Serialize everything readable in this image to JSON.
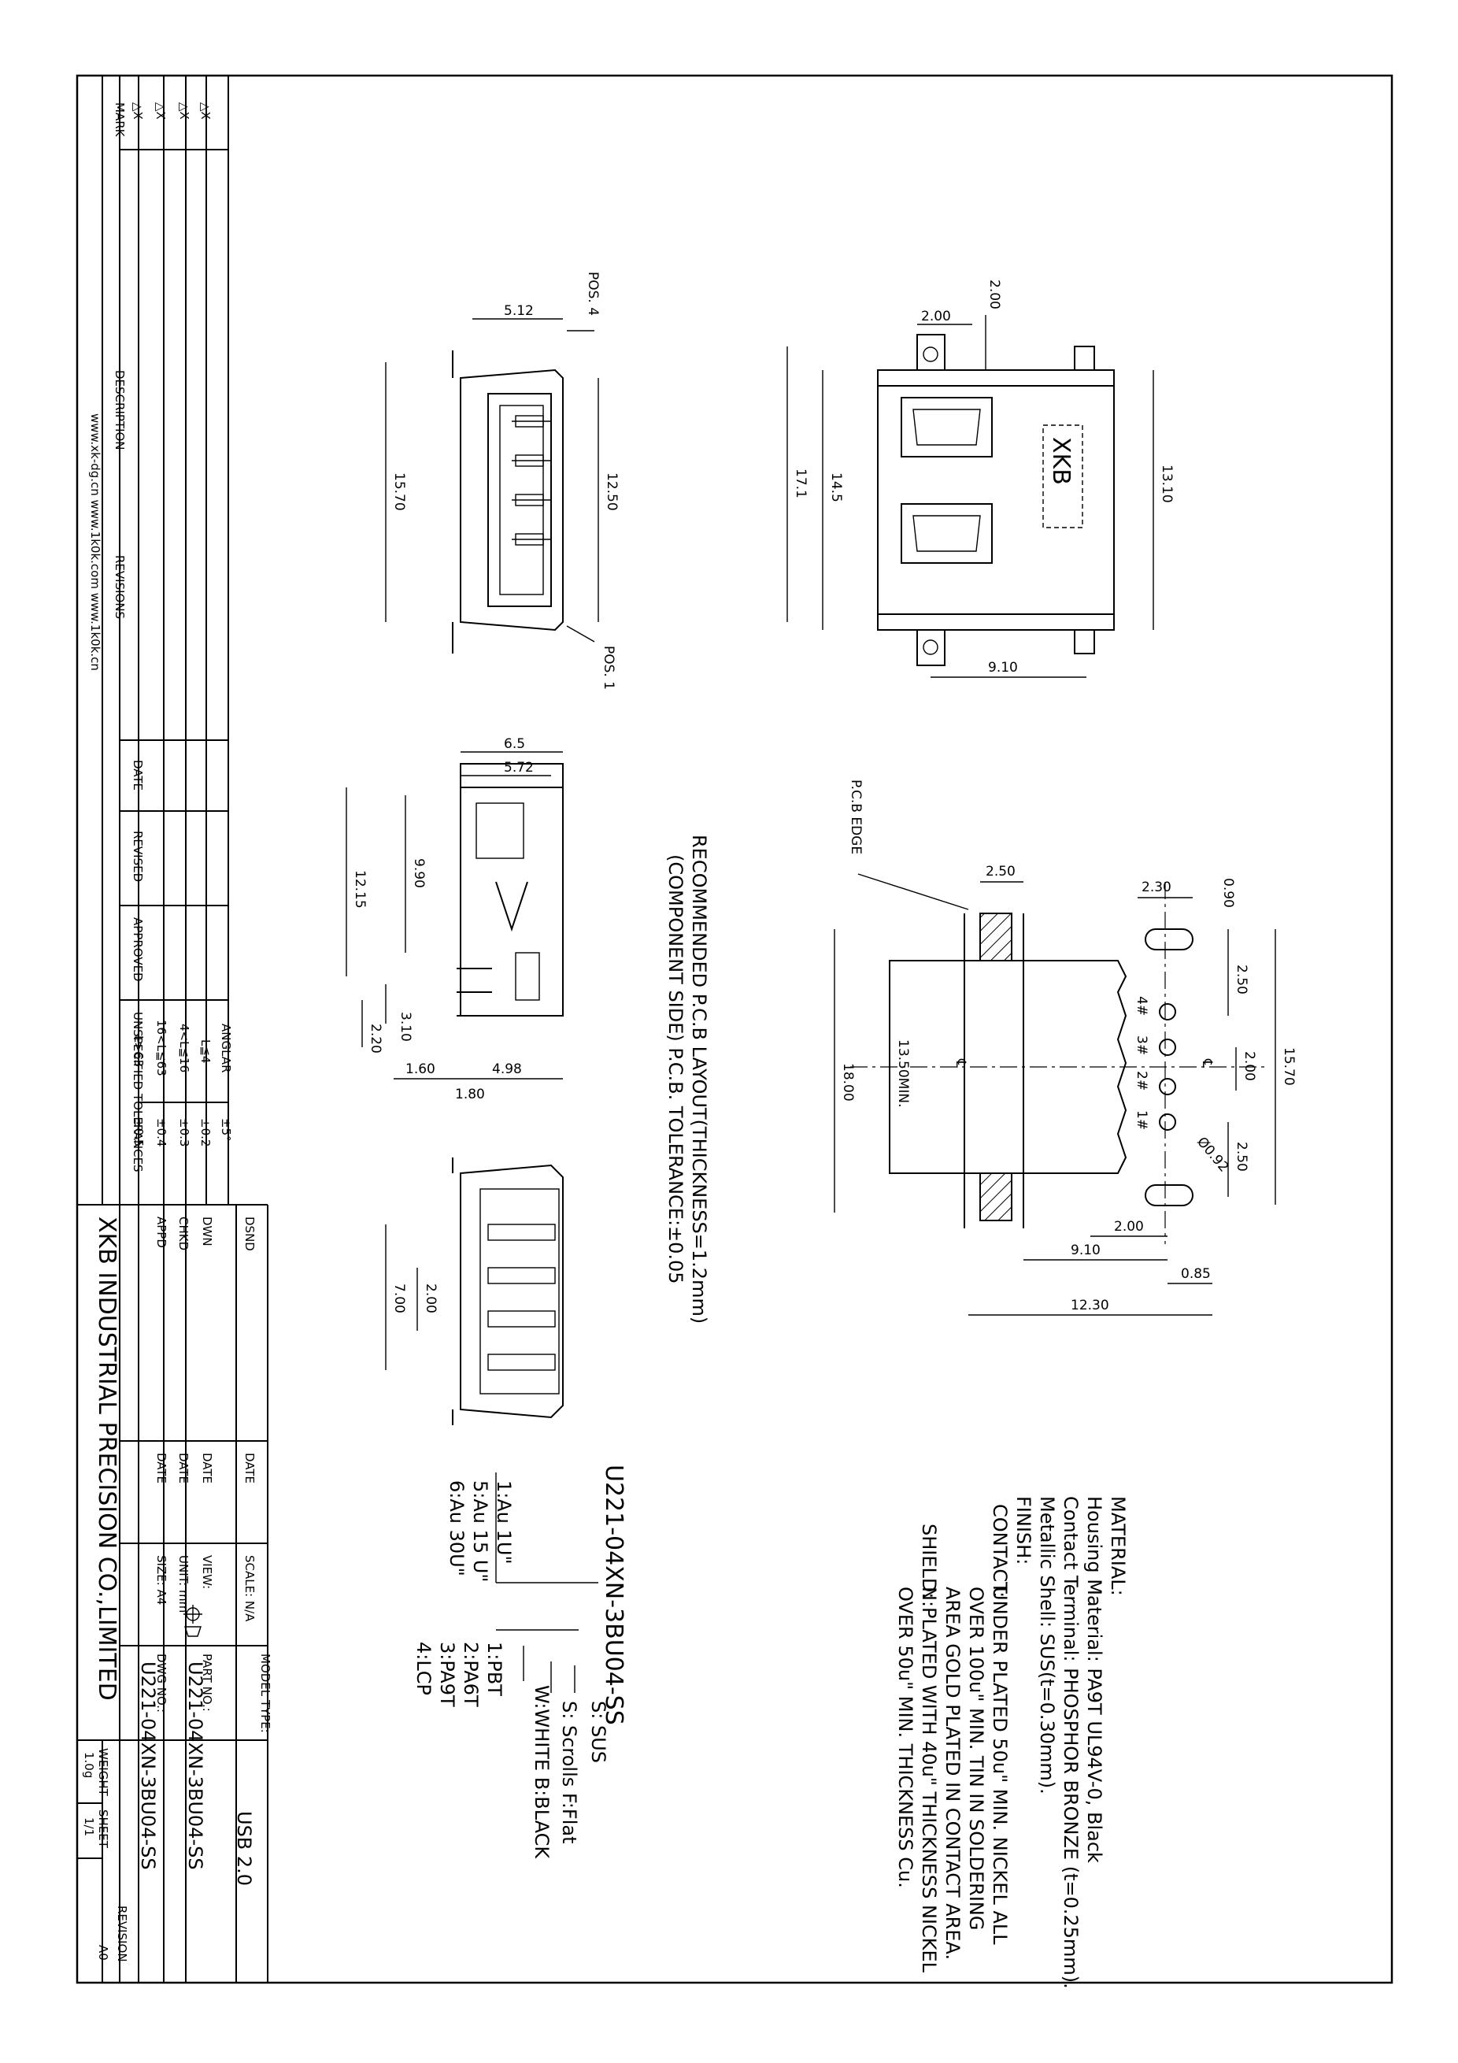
{
  "material": {
    "heading": "MATERIAL:",
    "lines": [
      "Housing Material: PA9T  UL94V-0,  Black",
      "Contact Terminal: PHOSPHOR BRONZE  (t=0.25mm).",
      "Metallic Shell: SUS(t=0.30mm)."
    ],
    "finish_heading": "FINISH:",
    "contact_label": "CONTACT:",
    "contact_lines": [
      "UNDER PLATED 50u\" MIN. NICKEL ALL",
      "OVER 100u\" MIN. TIN IN SOLDERING",
      "AREA GOLD PLATED IN CONTACT AREA."
    ],
    "shield_label": "SHIELD:",
    "shield_lines": [
      "N:PLATED WITH 40u\" THICKNESS NICKEL",
      "OVER 50u\" MIN. THICKNESS Cu."
    ]
  },
  "part_code": {
    "code": "U221-04XN-3BU04-SS",
    "options_plating": [
      "1:Au  1U\"",
      "5:Au  15 U\"",
      "6:Au  30U\""
    ],
    "options_housing": [
      "1:PBT",
      "2:PA6T",
      "3:PA9T",
      "4:LCP"
    ],
    "options_color": "W:WHITE  B:BLACK",
    "options_scroll": "S: Scrolls  F:Flat",
    "options_shell": "S: SUS"
  },
  "pcb": {
    "title": "RECOMMENDED P.C.B LAYOUT(THICKNESS=1.2mm)",
    "subtitle": "(COMPONENT SIDE) P.C.B. TOLERANCE:±0.05",
    "edge_label": "P.C.B EDGE",
    "pins": [
      "4#",
      "3#",
      "2#",
      "1#"
    ],
    "centerline": "℄"
  },
  "views": {
    "pos4": "POS. 4",
    "pos1": "POS. 1",
    "logo": "XKB"
  },
  "dims": {
    "top_200a": "2.00",
    "top_200b": "2.00",
    "top_171": "17.1",
    "top_145": "14.5",
    "top_1310": "13.10",
    "top_910": "9.10",
    "front_512": "5.12",
    "front_1570": "15.70",
    "front_1250": "12.50",
    "side_65": "6.5",
    "side_572": "5.72",
    "side_1215": "12.15",
    "side_990": "9.90",
    "side_310": "3.10",
    "side_220": "2.20",
    "side_160": "1.60",
    "side_498": "4.98",
    "side_180": "1.80",
    "bottom_700": "7.00",
    "bottom_200": "2.00",
    "pcb_250a": "2.50",
    "pcb_230": "2.30",
    "pcb_090": "0.90",
    "pcb_250b": "2.50",
    "pcb_200": "2.00",
    "pcb_1570": "15.70",
    "pcb_250c": "2.50",
    "pcb_092": "Ø0.92",
    "pcb_1800": "18.00",
    "pcb_1350": "13.50MIN.",
    "pcb_200b": "2.00",
    "pcb_910": "9.10",
    "pcb_085": "0.85",
    "pcb_1230": "12.30"
  },
  "revisions": {
    "marks": [
      "△X",
      "△X",
      "△X",
      "△X"
    ],
    "mark_header": "MARK",
    "description_header": "DESCRIPTION",
    "revisions_header": "REVISIONS",
    "date_header": "DATE",
    "revised_header": "REVISED",
    "approved_header": "APPROVED",
    "websites": "www.xk-dg.cn   www.1k0k.com   www.1k0k.cn"
  },
  "tolerances": {
    "header": "UNSPECIFIED TOLERANCES",
    "rows": [
      {
        "range": "ANGLAR",
        "value": "±5°"
      },
      {
        "range": "L≦4",
        "value": "±0.2"
      },
      {
        "range": "4<L≦16",
        "value": "±0.3"
      },
      {
        "range": "16<L≦63",
        "value": "±0.4"
      },
      {
        "range": "L>63",
        "value": "±0.5"
      }
    ]
  },
  "titleblock": {
    "dsnd": "DSND",
    "dwn": "DWN",
    "chkd": "CHKD",
    "appd": "APPD",
    "date": "DATE",
    "company": "XKB INDUSTRIAL PRECISION CO.,LIMITED",
    "scale": "SCALE: N/A",
    "view": "VIEW:",
    "unit": "UNIT: mm",
    "size": "SIZE: A4",
    "model_type_label": "MODEL TYPE:",
    "model_type": "USB 2.0",
    "part_no_label": "PART NO.:",
    "part_no": "U221-04XN-3BU04-SS",
    "dwg_no_label": "DWG NO.:",
    "dwg_no": "U221-04XN-3BU04-SS",
    "weight_label": "WEIGHT",
    "weight": "1.0g",
    "sheet_label": "SHEET",
    "sheet": "1/1",
    "revision_label": "REVISION",
    "revision": "A0"
  }
}
